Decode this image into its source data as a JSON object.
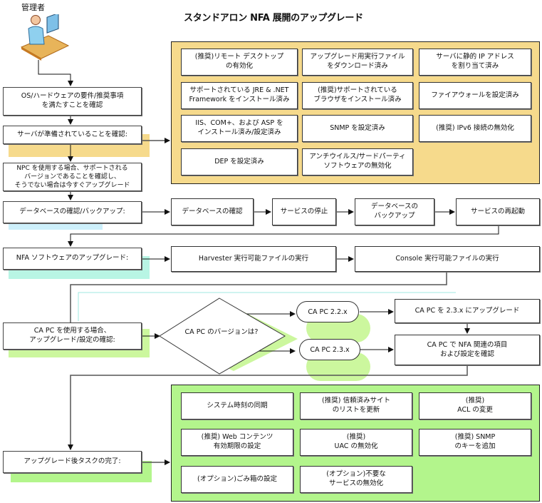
{
  "title": "スタンドアロン NFA 展開のアップグレード",
  "actor": {
    "label": "管理者",
    "icon": "administrator-at-desk-icon"
  },
  "colors": {
    "prereq_panel": "#f6da8c",
    "post_panel": "#b3f58c",
    "db_shadow": "#cdf0fb",
    "nfa_shadow": "#b8f5e4",
    "capc_shadow": "#ccf79e",
    "server_shadow": "#f6da8c"
  },
  "main_steps": [
    {
      "id": "verify-os",
      "label": "OS/ハードウェアの要件/推奨事項\nを満たすことを確認"
    },
    {
      "id": "verify-server",
      "label": "サーバが準備されていることを確認:"
    },
    {
      "id": "npc",
      "label": "NPC を使用する場合、サポートされる\nバージョンであることを確認し、\nそうでない場合は今すぐアップグレード"
    },
    {
      "id": "db-backup",
      "label": "データベースの確認/バックアップ:"
    },
    {
      "id": "nfa-upgrade",
      "label": "NFA ソフトウェアのアップグレード:"
    },
    {
      "id": "capc-check",
      "label": "CA PC を使用する場合、\nアップグレード/設定の確認:"
    },
    {
      "id": "post-tasks",
      "label": "アップグレード後タスクの完了:"
    }
  ],
  "server_prereqs": [
    "(推奨)リモート デスクトップ\nの有効化",
    "アップグレード用実行ファイル\nをダウンロード済み",
    "サーバに静的 IP アドレス\nを割り当て済み",
    "サポートされている JRE & .NET\nFramework をインストール済み",
    "(推奨)サポートされている\nブラウザをインストール済み",
    "ファイアウォールを設定済み",
    "IIS、COM+、および ASP を\nインストール済み/設定済み",
    "SNMP を設定済み",
    "(推奨) IPv6 接続の無効化",
    "DEP を設定済み",
    "アンチウイルス/サードパーティ\nソフトウェアの無効化"
  ],
  "db_steps": [
    "データベースの確認",
    "サービスの停止",
    "データベースの\nバックアップ",
    "サービスの再起動"
  ],
  "nfa_steps": [
    "Harvester 実行可能ファイルの実行",
    "Console 実行可能ファイルの実行"
  ],
  "capc": {
    "decision": "CA PC のバージョンは?",
    "branch_22": "CA PC 2.2.x",
    "branch_23": "CA PC 2.3.x",
    "upgrade": "CA PC を 2.3.x にアップグレード",
    "verify": "CA PC で NFA 関連の項目\nおよび設定を確認"
  },
  "post_tasks": [
    "システム時刻の同期",
    "(推奨) 信頼済みサイト\nのリストを更新",
    "(推奨)\nACL の変更",
    "(推奨) Web コンテンツ\n有効期限の設定",
    "(推奨)\nUAC の無効化",
    "(推奨) SNMP\nのキーを追加",
    "(オプション)ごみ箱の設定",
    "(オプション)不要な\nサービスの無効化"
  ]
}
